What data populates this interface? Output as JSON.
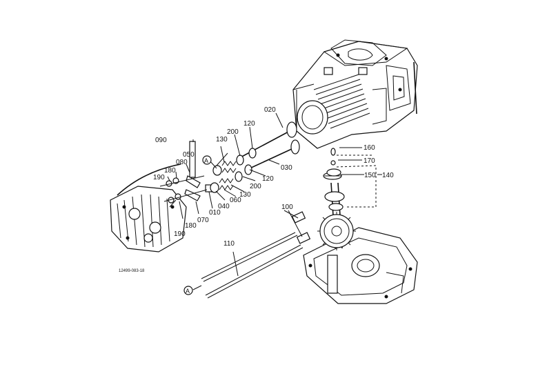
{
  "labels": {
    "p020": "020",
    "p030": "030",
    "p040": "040",
    "p050": "050",
    "p060": "060",
    "p070": "070",
    "p080": "080",
    "p090": "090",
    "p100": "100",
    "p110": "110",
    "p120a": "120",
    "p120b": "120",
    "p130a": "130",
    "p130b": "130",
    "p140": "140",
    "p150": "150",
    "p160": "160",
    "p170": "170",
    "p180a": "180",
    "p180b": "180",
    "p190a": "190",
    "p190b": "190",
    "p200a": "200",
    "p200b": "200",
    "p010": "010",
    "refA1": "A",
    "refA2": "A",
    "drawing_code": "12499-083-18"
  }
}
